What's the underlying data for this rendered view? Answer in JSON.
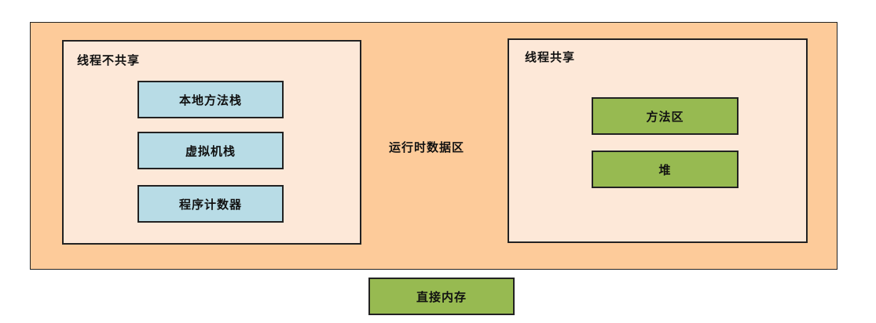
{
  "runtime_data_area": {
    "label": "运行时数据区",
    "color": "#fdcb9a"
  },
  "thread_private": {
    "title": "线程不共享",
    "items": [
      {
        "label": "本地方法栈"
      },
      {
        "label": "虚拟机栈"
      },
      {
        "label": "程序计数器"
      }
    ],
    "item_color": "#b8dce6"
  },
  "thread_shared": {
    "title": "线程共享",
    "items": [
      {
        "label": "方法区"
      },
      {
        "label": "堆"
      }
    ],
    "item_color": "#97ba51"
  },
  "direct_memory": {
    "label": "直接内存",
    "color": "#97ba51"
  }
}
